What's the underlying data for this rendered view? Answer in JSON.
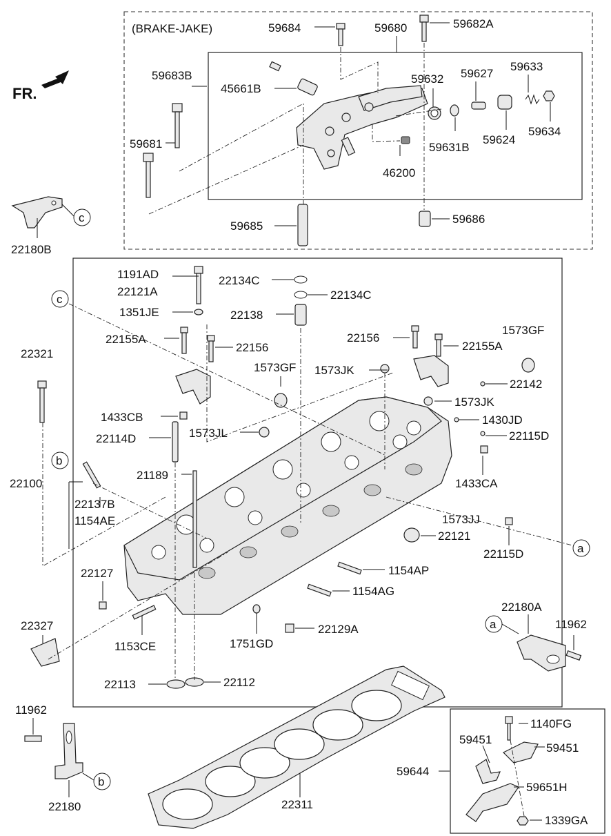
{
  "group_label": "(BRAKE-JAKE)",
  "direction_label": "FR.",
  "callouts": [
    "a",
    "b",
    "c"
  ],
  "part_numbers": {
    "p59684": "59684",
    "p59680": "59680",
    "p59682A": "59682A",
    "p59683B": "59683B",
    "p45661B": "45661B",
    "p59632": "59632",
    "p59627": "59627",
    "p59633": "59633",
    "p59681": "59681",
    "p59624": "59624",
    "p59634": "59634",
    "p59631B": "59631B",
    "p46200": "46200",
    "p59685": "59685",
    "p59686": "59686",
    "p22180B": "22180B",
    "p1191AD": "1191AD",
    "p22121A": "22121A",
    "p22134C_1": "22134C",
    "p22134C_2": "22134C",
    "p1351JE": "1351JE",
    "p22138": "22138",
    "p22155A_1": "22155A",
    "p22156_1": "22156",
    "p22156_2": "22156",
    "p22155A_2": "22155A",
    "p1573GF_1": "1573GF",
    "p1573GF_2": "1573GF",
    "p1573JK_1": "1573JK",
    "p22142": "22142",
    "p22321": "22321",
    "p1573JK_2": "1573JK",
    "p1433CB": "1433CB",
    "p1430JD": "1430JD",
    "p22114D": "22114D",
    "p1573JL": "1573JL",
    "p22115D_1": "22115D",
    "p21189": "21189",
    "p1433CA": "1433CA",
    "p22100": "22100",
    "p22137B": "22137B",
    "p1154AE": "1154AE",
    "p1573JJ": "1573JJ",
    "p22121": "22121",
    "p22115D_2": "22115D",
    "p22127": "22127",
    "p1154AP": "1154AP",
    "p1154AG": "1154AG",
    "p22180A": "22180A",
    "p11962_1": "11962",
    "p22327": "22327",
    "p22129A": "22129A",
    "p1153CE": "1153CE",
    "p1751GD": "1751GD",
    "p22113": "22113",
    "p22112": "22112",
    "p11962_2": "11962",
    "p1140FG": "1140FG",
    "p59451_1": "59451",
    "p59451_2": "59451",
    "p59644": "59644",
    "p59651H": "59651H",
    "p22311": "22311",
    "p22180": "22180",
    "p1339GA": "1339GA"
  }
}
